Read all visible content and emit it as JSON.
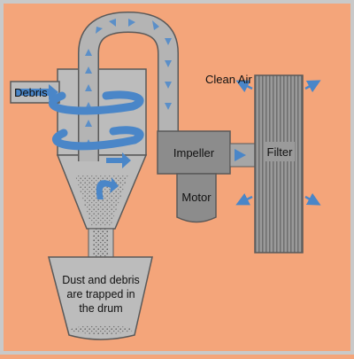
{
  "diagram": {
    "labels": {
      "debris": "Debris",
      "clean_air": "Clean Air",
      "impeller": "Impeller",
      "motor": "Motor",
      "filter": "Filter",
      "drum_line1": "Dust and debris",
      "drum_line2": "are trapped in",
      "drum_line3": "the drum"
    },
    "colors": {
      "background": "#f4a57a",
      "border": "#c0c0c0",
      "body_fill": "#bcbcbc",
      "body_stroke": "#595959",
      "duct_fill": "#b4b4b4",
      "arrow_blue": "#4a86c8",
      "duct_arrow": "#5b8fc8",
      "dark_gray": "#8c8c8c"
    }
  }
}
